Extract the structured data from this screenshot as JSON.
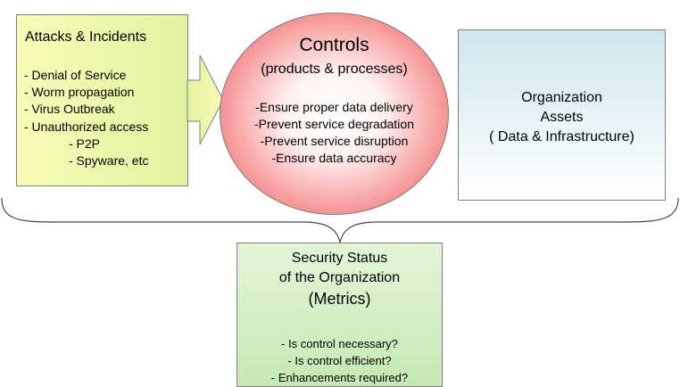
{
  "attacks": {
    "title": "Attacks & Incidents",
    "items": [
      "- Denial of Service",
      "- Worm propagation",
      "- Virus Outbreak",
      "- Unauthorized access",
      "- P2P",
      "- Spyware, etc"
    ]
  },
  "controls": {
    "title": "Controls",
    "subtitle": "(products & processes)",
    "items": [
      "-Ensure proper data delivery",
      "-Prevent service degradation",
      "-Prevent service disruption",
      "-Ensure data accuracy"
    ]
  },
  "assets": {
    "line1": "Organization",
    "line2": "Assets",
    "line3": "( Data & Infrastructure)"
  },
  "status": {
    "line1": "Security Status",
    "line2": "of the Organization",
    "line3": "(Metrics)",
    "items": [
      "- Is control necessary?",
      "- Is control efficient?",
      "- Enhancements required?"
    ]
  },
  "colors": {
    "attacks_fill": "#f2f9b0",
    "controls_fill": "#ea4a4a",
    "assets_fill": "#cde7ee",
    "status_fill": "#d4efc6",
    "border": "#7f7f7f"
  }
}
